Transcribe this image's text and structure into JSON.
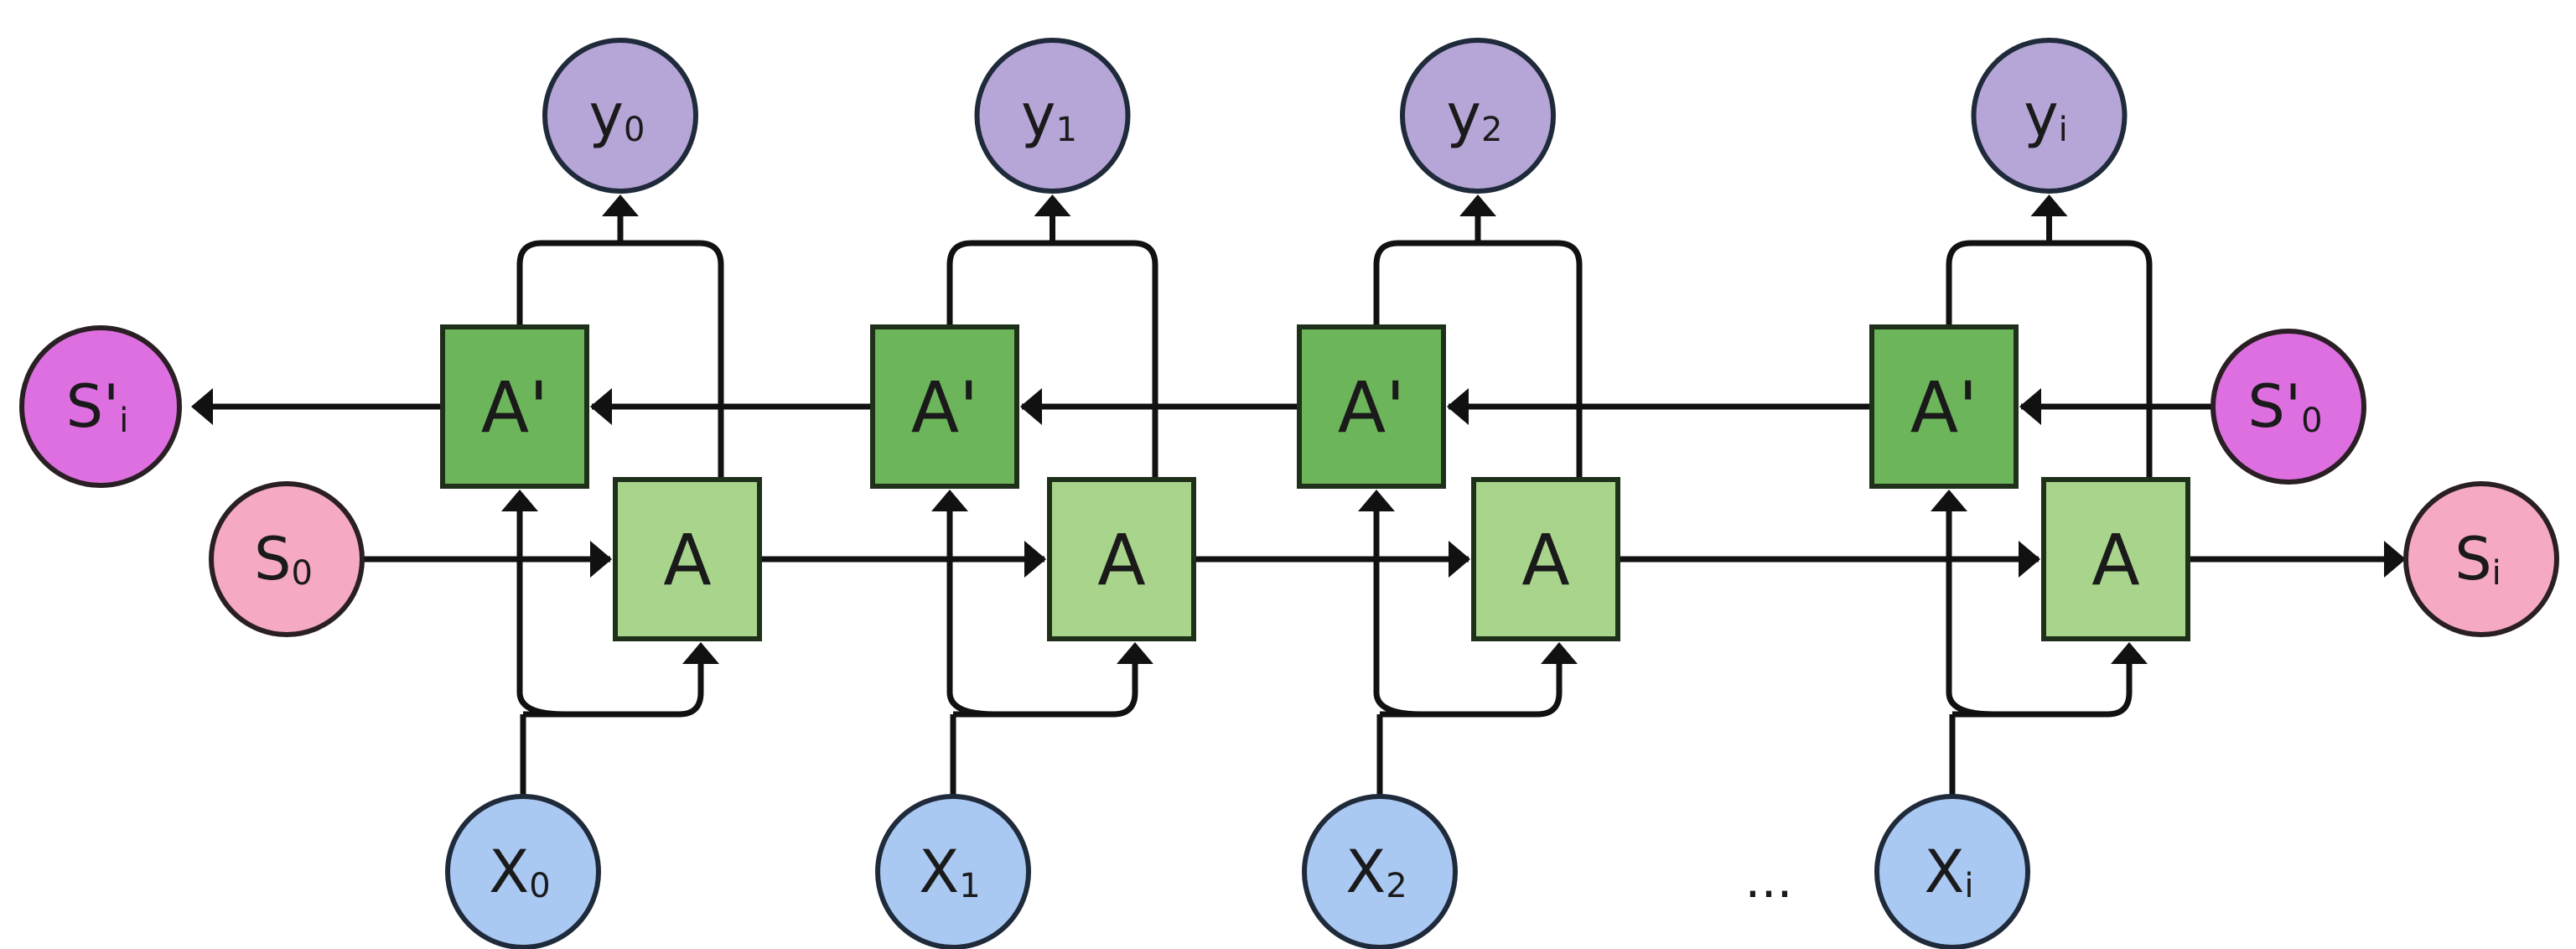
{
  "forward_cell_label": "A",
  "backward_cell_label": "A'",
  "ellipsis": "...",
  "inputs": [
    {
      "main": "X",
      "sub": "0"
    },
    {
      "main": "X",
      "sub": "1"
    },
    {
      "main": "X",
      "sub": "2"
    },
    {
      "main": "X",
      "sub": "i"
    }
  ],
  "outputs": [
    {
      "main": "y",
      "sub": "0"
    },
    {
      "main": "y",
      "sub": "1"
    },
    {
      "main": "y",
      "sub": "2"
    },
    {
      "main": "y",
      "sub": "i"
    }
  ],
  "forward_state_start": {
    "main": "S",
    "sub": "0"
  },
  "forward_state_end": {
    "main": "S",
    "sub": "i"
  },
  "backward_state_start": {
    "main": "S'",
    "sub": "0"
  },
  "backward_state_end": {
    "main": "S'",
    "sub": "i"
  },
  "colors": {
    "forward_cell": "#a9d48c",
    "backward_cell": "#6cb55a",
    "input_node": "#a9c8f2",
    "output_node": "#b6a6d8",
    "forward_state": "#f5a9c2",
    "backward_state": "#de6fe0"
  }
}
